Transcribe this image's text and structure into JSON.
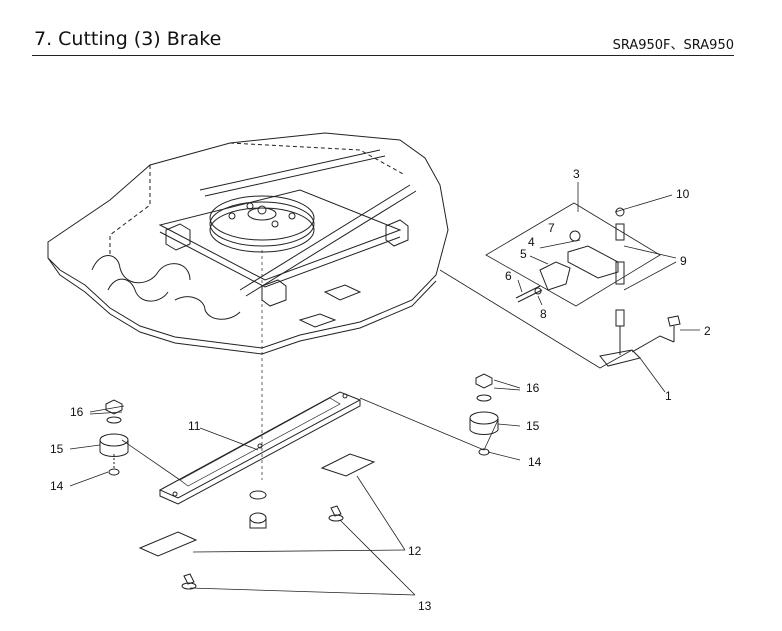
{
  "header": {
    "title": "7. Cutting (3) Brake",
    "model": "SRA950F、SRA950"
  },
  "callouts": [
    "1",
    "2",
    "3",
    "4",
    "5",
    "6",
    "7",
    "8",
    "9",
    "10",
    "11",
    "12",
    "13",
    "14",
    "15",
    "16"
  ]
}
